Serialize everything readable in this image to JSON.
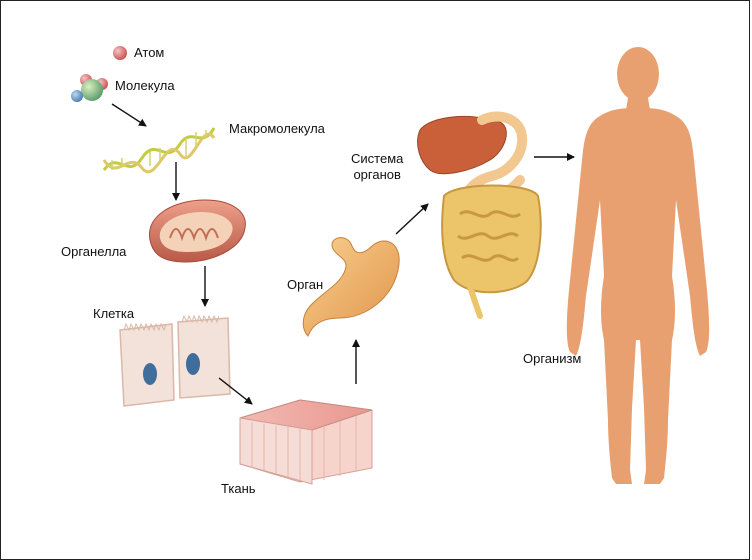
{
  "labels": {
    "atom": "Атом",
    "molecule": "Молекула",
    "macromolecule": "Макромолекула",
    "organelle": "Органелла",
    "cell": "Клетка",
    "tissue": "Ткань",
    "organ": "Орган",
    "organ_system": "Система\nорганов",
    "organism": "Организм"
  },
  "colors": {
    "body": "#e8a070",
    "stomach": "#f2b26a",
    "liver": "#c9603a",
    "intestine": "#e8c060",
    "dna_a": "#c8d24a",
    "dna_b": "#e0d070",
    "mitochondrion": "#d9826a",
    "cell": "#f3e2da",
    "nucleus": "#3f6d9c",
    "tissue": "#f1b8b0",
    "atom": "#e07a7a",
    "molecule_core": "#8fbf7a",
    "arrow": "#111111"
  },
  "icons": [
    "atom-icon",
    "molecule-icon",
    "dna-icon",
    "mitochondrion-icon",
    "cell-icon",
    "tissue-icon",
    "stomach-icon",
    "digestive-system-icon",
    "human-body-icon",
    "arrow-icon"
  ]
}
